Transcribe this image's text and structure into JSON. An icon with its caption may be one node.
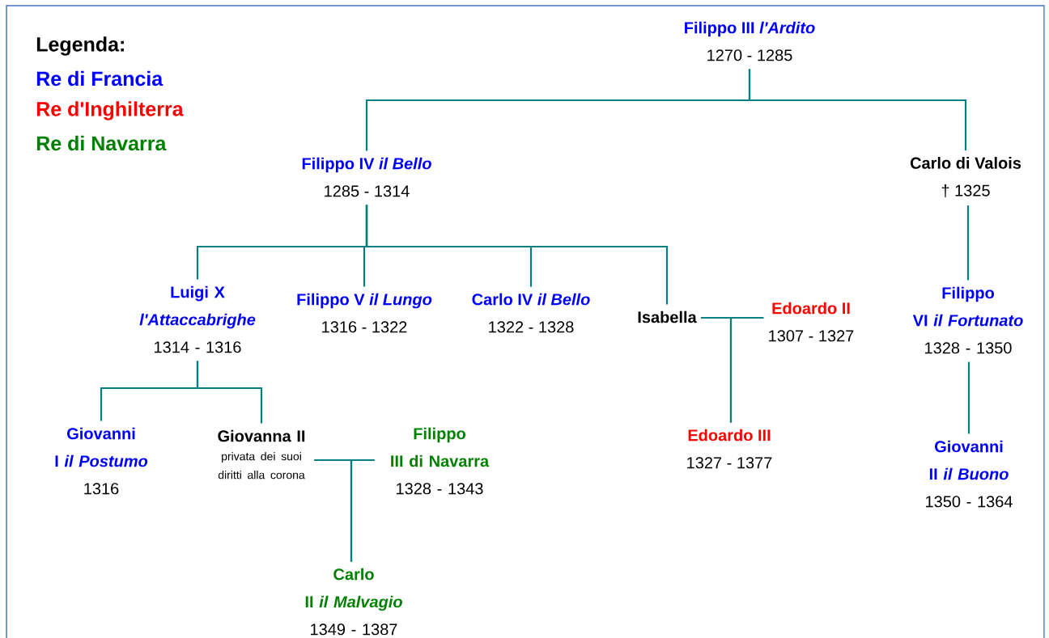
{
  "diagram": {
    "nodes": [
      {
        "text": [
          "Filippo III *l'Ardito*",
          "1270 - 1285"
        ]
      },
      {
        "text": [
          "Filippo IV *il Bello*",
          "1285 - 1314"
        ]
      },
      {
        "text": [
          "Carlo di Valois",
          "† 1325"
        ]
      },
      {
        "text": [
          "Luigi X *l'Attaccabrighe*",
          "1314 - 1316"
        ]
      },
      {
        "text": [
          "Filippo V *il Lungo*",
          "1316 - 1322"
        ]
      },
      {
        "text": [
          "Carlo IV *il Bello*",
          "1322 - 1328"
        ]
      },
      {
        "text": [
          "Isabella"
        ]
      },
      {
        "text": [
          "Edoardo II",
          "1307 - 1327"
        ]
      },
      {
        "text": [
          "Filippo VI *il Fortunato*",
          "1328 - 1350"
        ]
      },
      {
        "text": [
          "Giovanni I *il Postumo*",
          "1316"
        ]
      },
      {
        "text": [
          "Giovanna II",
          "privata dei suoi diritti alla corona"
        ]
      },
      {
        "text": [
          "Filippo III di Navarra",
          "1328 - 1343"
        ]
      },
      {
        "text": [
          "Edoardo III",
          "1327 - 1377"
        ]
      },
      {
        "text": [
          "Giovanni II *il Buono*",
          "1350 - 1364"
        ]
      },
      {
        "text": [
          "Carlo II *il Malvagio*",
          "1349 - 1387"
        ]
      }
    ],
    "edges": [
      {
        "from": 0,
        "to": 1,
        "arrow": "none"
      },
      {
        "from": 0,
        "to": 2,
        "arrow": "none"
      },
      {
        "from": 1,
        "to": 3,
        "arrow": "none"
      },
      {
        "from": 1,
        "to": 4,
        "arrow": "none"
      },
      {
        "from": 1,
        "to": 5,
        "arrow": "none"
      },
      {
        "from": 1,
        "to": 6,
        "arrow": "none"
      },
      {
        "from": 2,
        "to": 8,
        "arrow": "none"
      },
      {
        "from": 8,
        "to": 13,
        "arrow": "none"
      },
      {
        "from": 3,
        "to": 9,
        "arrow": "none"
      },
      {
        "from": 3,
        "to": 10,
        "arrow": "none"
      },
      {
        "from": 6,
        "to": 12,
        "arrow": "none"
      },
      {
        "from": 7,
        "to": 12,
        "arrow": "none"
      },
      {
        "from": 10,
        "to": 14,
        "arrow": "none"
      },
      {
        "from": 11,
        "to": 14,
        "arrow": "none"
      }
    ],
    "labels": [
      "Legenda:"
    ],
    "legend": [
      {
        "text": "Re di Francia",
        "color": "#0000ff"
      },
      {
        "text": "Re d'Inghilterra",
        "color": "#ff0000"
      },
      {
        "text": "Re di Navarra",
        "color": "#008000"
      }
    ]
  }
}
